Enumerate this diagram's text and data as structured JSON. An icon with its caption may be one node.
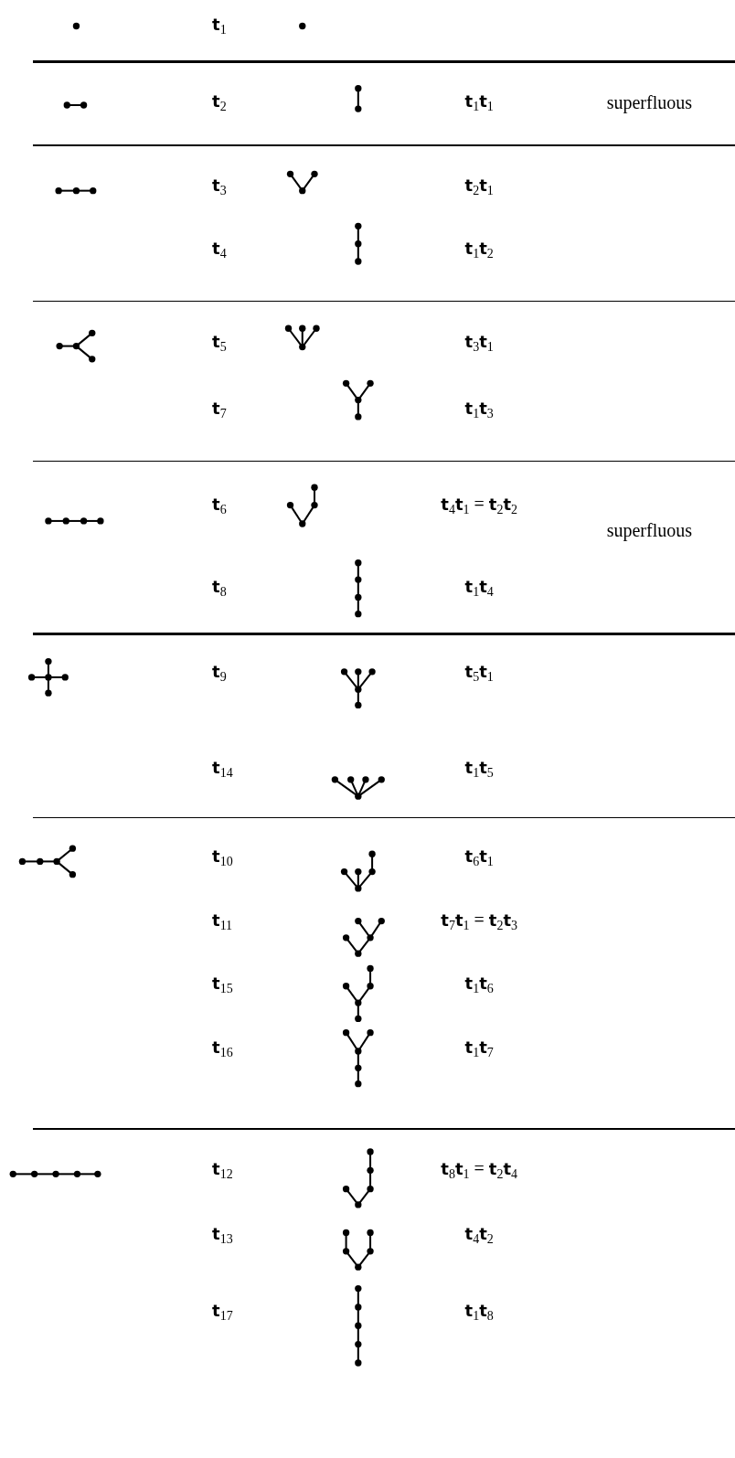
{
  "diagram": {
    "labels": [
      "**t**$_{1}$",
      "**t**$_{2}$",
      "**t**$_{1}$**t**$_{1}$",
      "superfluous",
      "**t**$_{3}$",
      "**t**$_{2}$**t**$_{1}$",
      "**t**$_{4}$",
      "**t**$_{1}$**t**$_{2}$",
      "**t**$_{5}$",
      "**t**$_{3}$**t**$_{1}$",
      "**t**$_{7}$",
      "**t**$_{1}$**t**$_{3}$",
      "**t**$_{6}$",
      "**t**$_{4}$**t**$_{1}$ = **t**$_{2}$**t**$_{2}$",
      "superfluous",
      "**t**$_{8}$",
      "**t**$_{1}$**t**$_{4}$",
      "**t**$_{9}$",
      "**t**$_{5}$**t**$_{1}$",
      "**t**$_{14}$",
      "**t**$_{1}$**t**$_{5}$",
      "**t**$_{10}$",
      "**t**$_{6}$**t**$_{1}$",
      "**t**$_{11}$",
      "**t**$_{7}$**t**$_{1}$ = **t**$_{2}$**t**$_{3}$",
      "**t**$_{15}$",
      "**t**$_{1}$**t**$_{6}$",
      "**t**$_{16}$",
      "**t**$_{1}$**t**$_{7}$",
      "**t**$_{12}$",
      "**t**$_{8}$**t**$_{1}$ = **t**$_{2}$**t**$_{4}$",
      "**t**$_{13}$",
      "**t**$_{4}$**t**$_{2}$",
      "**t**$_{17}$",
      "**t**$_{1}$**t**$_{8}$"
    ]
  }
}
